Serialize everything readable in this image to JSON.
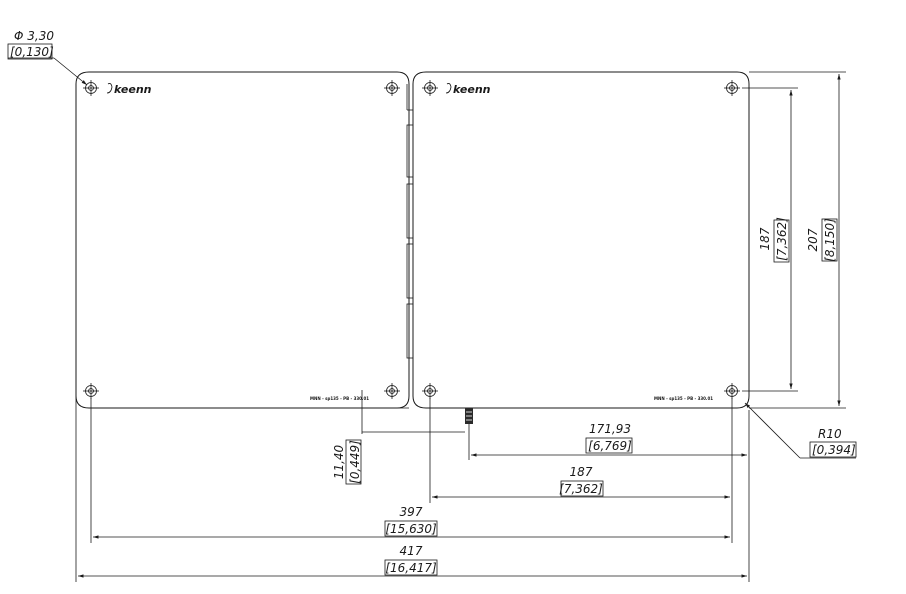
{
  "logo_text": "keenn",
  "part_label": "MNN - sp135 - PB - 330.01",
  "dims": {
    "hole_dia": "Φ 3,30",
    "hole_dia_in": "[0,130]",
    "hole_pitch_v": "187",
    "hole_pitch_v_in": "[7,362]",
    "height": "207",
    "height_in": "[8,150]",
    "corner_radius": "R10",
    "corner_radius_in": "[0,394]",
    "connector_offset": "171,93",
    "connector_offset_in": "[6,769]",
    "hole_pitch_h": "187",
    "hole_pitch_h_in": "[7,362]",
    "connector_depth": "11,40",
    "connector_depth_in": "[0,449]",
    "outer_holes": "397",
    "outer_holes_in": "[15,630]",
    "total_width": "417",
    "total_width_in": "[16,417]"
  }
}
